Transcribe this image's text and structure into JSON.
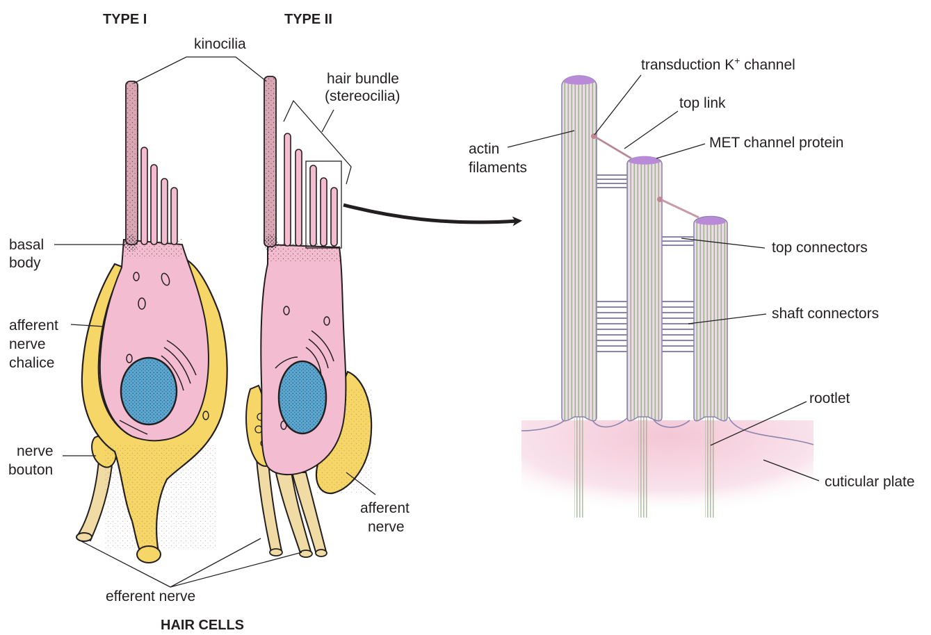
{
  "headings": {
    "type_1": "TYPE I",
    "type_2": "TYPE II",
    "caption": "HAIR CELLS"
  },
  "labels": {
    "kinocilia": "kinocilia",
    "hair_bundle_1": "hair bundle",
    "hair_bundle_2": "(stereocilia)",
    "basal_body_1": "basal",
    "basal_body_2": "body",
    "chalice_1": "afferent",
    "chalice_2": "nerve",
    "chalice_3": "chalice",
    "bouton_1": "nerve",
    "bouton_2": "bouton",
    "afferent_nerve_1": "afferent",
    "afferent_nerve_2": "nerve",
    "efferent_nerve": "efferent nerve",
    "transduction_channel": "transduction K",
    "transduction_channel_sup": "+",
    "transduction_channel_end": " channel",
    "top_link": "top link",
    "met_channel": "MET channel protein",
    "actin_1": "actin",
    "actin_2": "filaments",
    "top_connectors": "top connectors",
    "shaft_connectors": "shaft connectors",
    "rootlet": "rootlet",
    "cuticular_plate": "cuticular plate"
  },
  "colors": {
    "cell_body": "#f4bcd0",
    "nerve_calyx": "#f5d667",
    "nerve_fiber": "#f0dba5",
    "nucleus": "#5aa7d2",
    "stereocilium_fill": "#eddbe8",
    "actin_line": "#9cb58c",
    "met_cap": "#b98ad8",
    "connector": "#8b84ae",
    "cuticular_plate": "#f6d6e2",
    "arrow": "#231f20"
  }
}
